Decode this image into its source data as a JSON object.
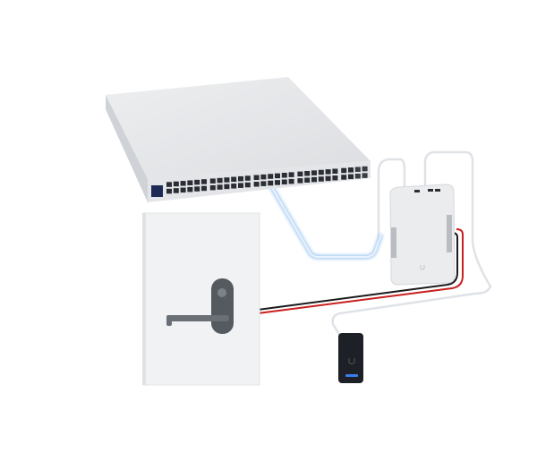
{
  "scene": {
    "devices": [
      "network-switch",
      "access-hub",
      "door-lock",
      "card-reader"
    ],
    "colors": {
      "background": "#ffffff",
      "device_body": "#e6e7e9",
      "port": "#2a2d33",
      "ethernet_cable_glow": "#a9cdf2",
      "wire_red": "#c8201f",
      "wire_black": "#1b1b1b",
      "reader_body": "#1d2026",
      "reader_light": "#3a7df0"
    }
  }
}
